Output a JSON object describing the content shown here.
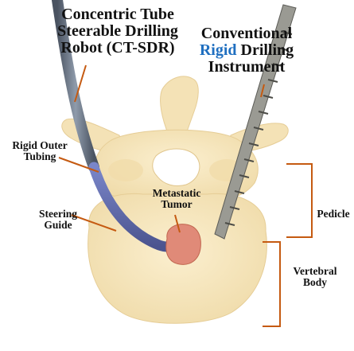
{
  "labels": {
    "ctsdr_line1": "Concentric Tube",
    "ctsdr_line2": "Steerable Drilling",
    "ctsdr_line3": "Robot (CT-SDR)",
    "conv_line1": "Conventional",
    "conv_rigid": "Rigid",
    "conv_drilling": " Drilling",
    "conv_line3": "Instrument",
    "outer_line1": "Rigid Outer",
    "outer_line2": "Tubing",
    "steer_line1": "Steering",
    "steer_line2": "Guide",
    "tumor_line1": "Metastatic",
    "tumor_line2": "Tumor",
    "pedicle": "Pedicle",
    "body_line1": "Vertebral",
    "body_line2": "Body"
  },
  "colors": {
    "bone": "#f8e7bf",
    "bone_shadow": "#ead3a0",
    "leader": "#c55a11",
    "robot_outer": "#6f7c8c",
    "robot_guide": "#5b63a8",
    "tumor": "#e08a78",
    "drill": "#8a8a84",
    "rigid_text": "#1f6fc0"
  }
}
